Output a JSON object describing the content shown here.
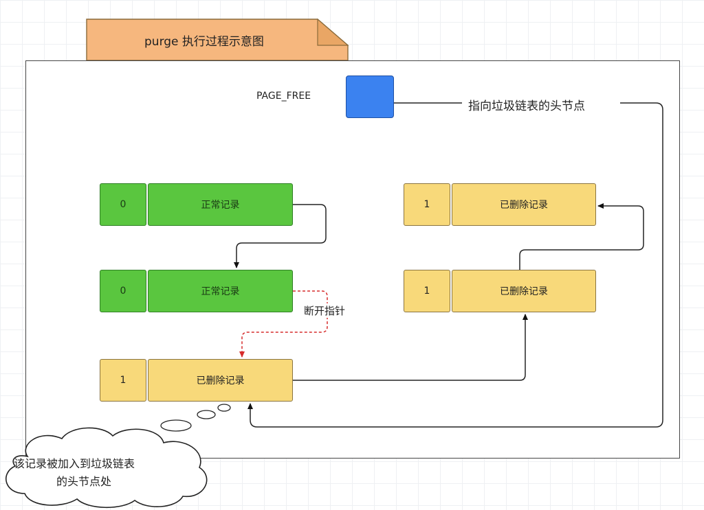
{
  "title": "purge 执行过程示意图",
  "page_free": {
    "label": "PAGE_FREE",
    "note": "指向垃圾链表的头节点"
  },
  "records": {
    "normal_1": {
      "flag": "0",
      "label": "正常记录"
    },
    "normal_2": {
      "flag": "0",
      "label": "正常记录"
    },
    "deleted_new": {
      "flag": "1",
      "label": "已删除记录"
    },
    "deleted_mid": {
      "flag": "1",
      "label": "已删除记录"
    },
    "deleted_top": {
      "flag": "1",
      "label": "已删除记录"
    }
  },
  "break_pointer_label": "断开指针",
  "cloud_note": {
    "line1": "该记录被加入到垃圾链表",
    "line2": "的头节点处"
  },
  "colors": {
    "title_tab": "#f6b77e",
    "page_free_block": "#3b82f0",
    "normal_record": "#5ac63f",
    "deleted_record": "#f8d97a",
    "broken_pointer": "#e23b3b"
  }
}
